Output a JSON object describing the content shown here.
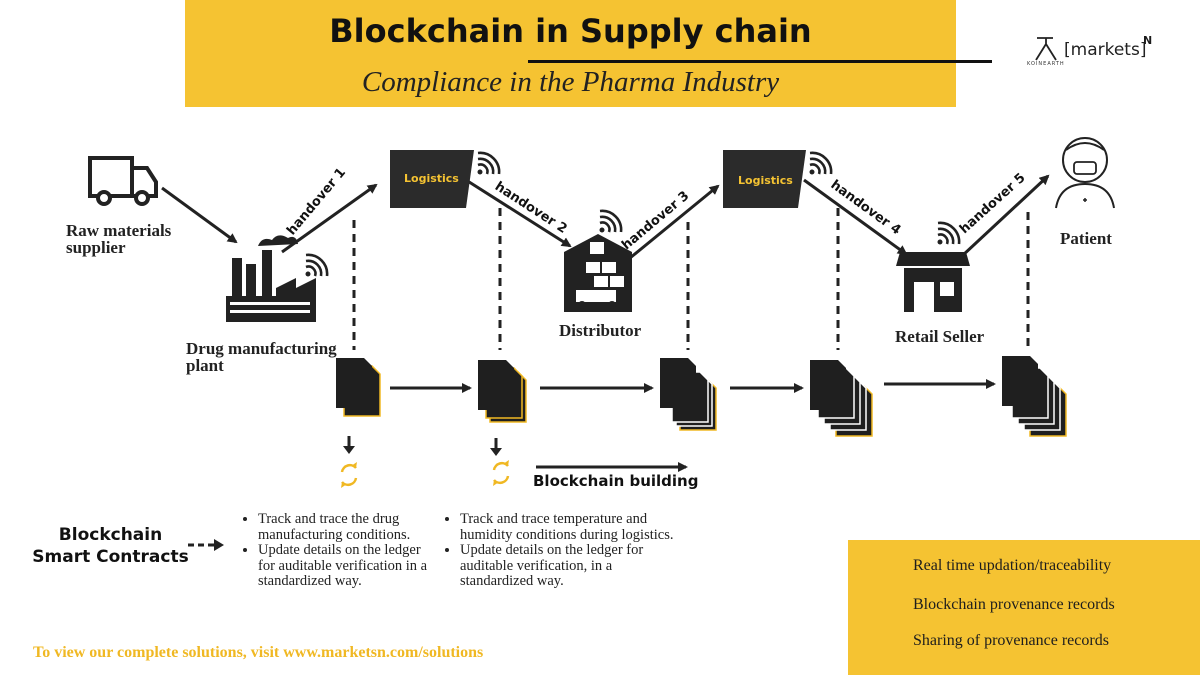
{
  "header": {
    "title": "Blockchain in Supply chain",
    "subtitle": "Compliance in the Pharma Industry"
  },
  "brand": {
    "name": "[markets]",
    "superscript": "N",
    "sub": "KOINEARTH"
  },
  "nodes": {
    "supplier": "Raw materials\nsupplier",
    "plant": "Drug manufacturing\nplant",
    "logistics1": "Logistics",
    "distributor": "Distributor",
    "logistics2": "Logistics",
    "retail": "Retail Seller",
    "patient": "Patient"
  },
  "handovers": [
    "handover 1",
    "handover 2",
    "handover 3",
    "handover 4",
    "handover 5"
  ],
  "blockchain_building": "Blockchain building",
  "smart_contracts": {
    "label": "Blockchain\nSmart Contracts",
    "column1": [
      "Track and trace the drug manufacturing conditions.",
      "Update details on the ledger for auditable verification in a standardized way."
    ],
    "column2": [
      "Track and trace temperature and humidity conditions during logistics.",
      "Update details on the  ledger for auditable verification, in a standardized way."
    ]
  },
  "legend": {
    "items": [
      {
        "icon": "wifi-icon",
        "label": "Real time updation/traceability"
      },
      {
        "icon": "document-icon",
        "label": "Blockchain provenance records"
      },
      {
        "icon": "arrow-icon",
        "label": "Sharing of provenance records"
      }
    ]
  },
  "footer": "To view our complete solutions, visit www.marketsn.com/solutions",
  "colors": {
    "accent": "#f5c332",
    "dark": "#2b2b2b",
    "footer": "#f0b823"
  }
}
